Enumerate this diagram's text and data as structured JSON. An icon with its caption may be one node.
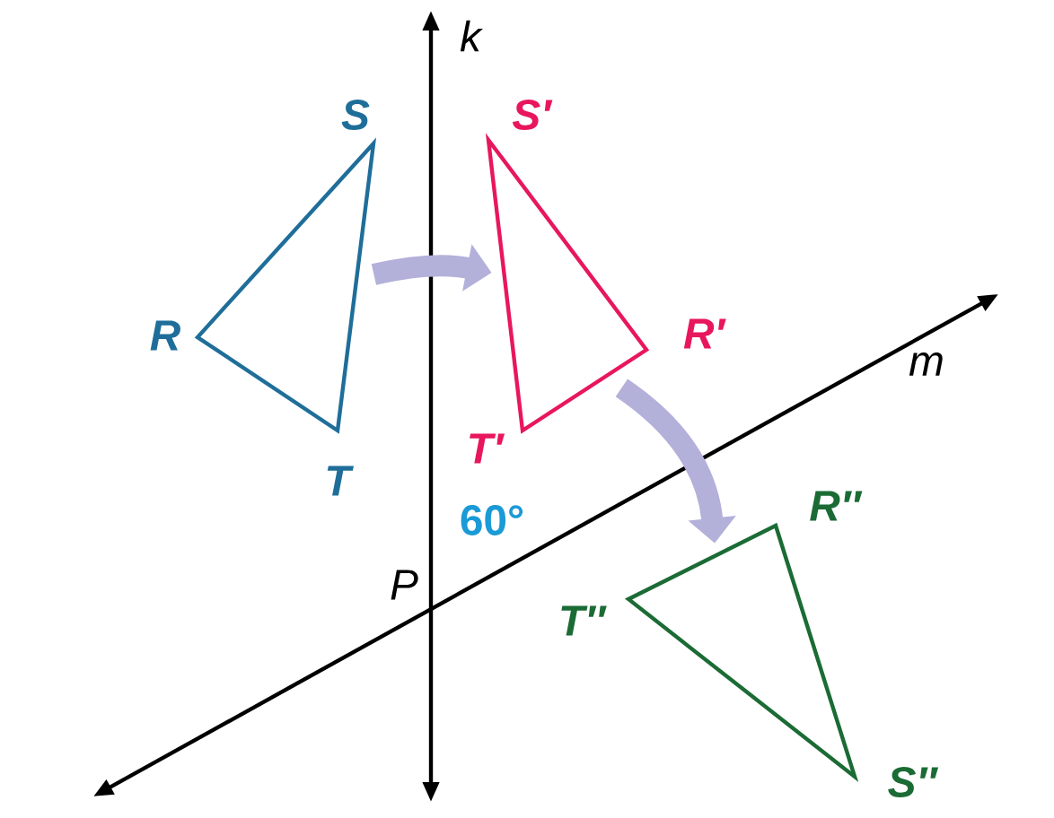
{
  "diagram": {
    "nodes": [
      {
        "text": [],
        "shape": "triangle",
        "beside": [
          "S",
          "R",
          "T"
        ]
      },
      {
        "text": [],
        "shape": "triangle",
        "beside": [
          "S′",
          "R′",
          "T′"
        ]
      },
      {
        "text": [],
        "shape": "triangle",
        "beside": [
          "R″",
          "T″",
          "S″"
        ]
      }
    ],
    "edges": [
      {
        "from": 0,
        "to": 1,
        "arrow": "to"
      },
      {
        "from": 1,
        "to": 2,
        "arrow": "to"
      }
    ],
    "labels": [
      "k",
      "m",
      "P",
      "60°"
    ]
  }
}
